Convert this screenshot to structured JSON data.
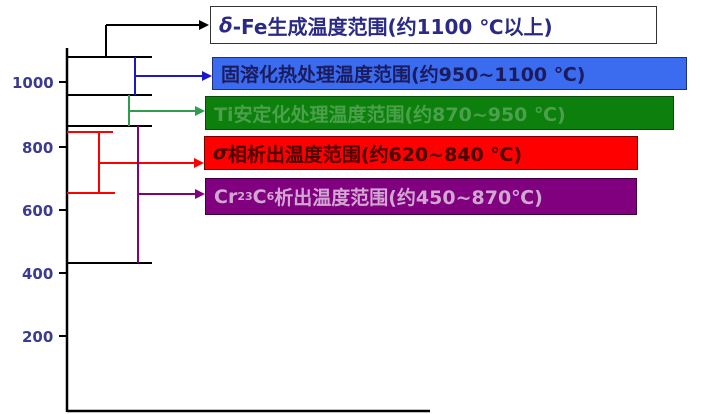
{
  "y_axis": {
    "ticks": [
      "1000",
      "800",
      "600",
      "400",
      "200"
    ]
  },
  "boxes": {
    "delta": {
      "symbol": "δ",
      "text": "-Fe生成温度范围(约1100 ℃以上)",
      "color": "#ffffff"
    },
    "solution": {
      "text": "固溶化热处理温度范围(约950~1100 ℃)",
      "color": "#3b6cf0"
    },
    "ti": {
      "text": "Ti安定化处理温度范围(约870~950 ℃)",
      "color": "#0d7f0d"
    },
    "sigma": {
      "symbol": "σ",
      "text": "相析出温度范围(约620~840 ℃)",
      "color": "#ff0000"
    },
    "cr": {
      "cr": "Cr",
      "sub1": "23",
      "c": "C",
      "sub2": "6",
      "text": "析出温度范围(约450~870℃)",
      "color": "#800080"
    }
  },
  "line_colors": {
    "black": "#000000",
    "blue": "#1a1ac8",
    "green": "#2e9e4e",
    "red": "#ff0000",
    "purple": "#800080"
  }
}
